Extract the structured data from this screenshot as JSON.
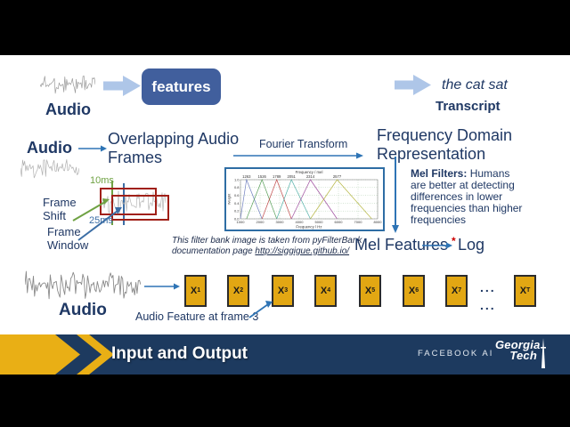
{
  "colors": {
    "navy_text": "#1f3864",
    "arrow_blue": "#2e74b5",
    "light_blue_arrow": "#aec6e8",
    "features_fill": "#415f9d",
    "frame_red": "#a02018",
    "green_accent": "#6fa243",
    "feature_box_gold": "#e2a713",
    "footer_navy": "#1d3a5f",
    "footer_gold": "#e9af15",
    "log_star_red": "#cc0000"
  },
  "top_flow": {
    "audio_label": "Audio",
    "features_label": "features",
    "transcript_text": "the cat sat",
    "transcript_label": "Transcript"
  },
  "pipeline": {
    "audio_label": "Audio",
    "overlapping_line1": "Overlapping Audio",
    "overlapping_line2": "Frames",
    "fourier_label": "Fourier Transform",
    "freq_line1": "Frequency Domain",
    "freq_line2": "Representation",
    "shift_ms": "10ms",
    "window_ms": "25ms",
    "frame_shift_line1": "Frame",
    "frame_shift_line2": "Shift",
    "frame_window_line1": "Frame",
    "frame_window_line2": "Window",
    "mel_filters_bold": "Mel Filters:",
    "mel_filters_rest": " Humans are better at detecting differences in lower frequencies than higher frequencies",
    "citation_line1": "This filter bank image is taken from pyFilterBank",
    "citation_prefix": "documentation page ",
    "citation_link": "http://siggigue.github.io/",
    "mel_features_label": "Mel Features",
    "log_asterisk": "*",
    "log_label": "Log"
  },
  "features_row": {
    "audio_label": "Audio",
    "annotation": "Audio Feature at frame 3",
    "ellipsis_top": "...",
    "ellipsis_bottom": "...",
    "boxes": [
      {
        "base": "X",
        "sub": "1"
      },
      {
        "base": "X",
        "sub": "2"
      },
      {
        "base": "X",
        "sub": "3"
      },
      {
        "base": "X",
        "sub": "4"
      },
      {
        "base": "X",
        "sub": "5"
      },
      {
        "base": "X",
        "sub": "6"
      },
      {
        "base": "X",
        "sub": "7"
      },
      {
        "base": "X",
        "sub": "T"
      }
    ]
  },
  "footer": {
    "title": "Input and Output",
    "facebook_ai": "FACEBOOK AI",
    "gt_line1": "Georgia",
    "gt_line2": "Tech"
  },
  "chart_data": {
    "type": "line",
    "description": "Triangular mel filter bank (pyFilterBank documentation figure)",
    "top_axis_label": "Frequency / mel",
    "xlabel": "Frequency / Hz",
    "ylabel": "Weight",
    "xlim": [
      1000,
      8000
    ],
    "ylim": [
      0.0,
      1.0
    ],
    "x_ticks": [
      1000,
      2000,
      3000,
      4000,
      5000,
      6000,
      7000,
      8000
    ],
    "y_ticks": [
      0.0,
      0.2,
      0.4,
      0.6,
      0.8,
      1.0
    ],
    "grid": true,
    "series": [
      {
        "name": "filter 1",
        "mel_peak_label": "1263",
        "color": "#7080c0",
        "points": [
          [
            1000,
            0
          ],
          [
            1310,
            1
          ],
          [
            2100,
            0
          ]
        ]
      },
      {
        "name": "filter 2",
        "mel_peak_label": "1526",
        "color": "#5aa05a",
        "points": [
          [
            1310,
            0
          ],
          [
            2100,
            1
          ],
          [
            2850,
            0
          ]
        ]
      },
      {
        "name": "filter 3",
        "mel_peak_label": "1789",
        "color": "#c04848",
        "points": [
          [
            2100,
            0
          ],
          [
            2850,
            1
          ],
          [
            3600,
            0
          ]
        ]
      },
      {
        "name": "filter 4",
        "mel_peak_label": "2051",
        "color": "#50b0a8",
        "points": [
          [
            2850,
            0
          ],
          [
            3600,
            1
          ],
          [
            4570,
            0
          ]
        ]
      },
      {
        "name": "filter 5",
        "mel_peak_label": "2314",
        "color": "#a050a0",
        "points": [
          [
            3600,
            0
          ],
          [
            4570,
            1
          ],
          [
            5930,
            0
          ]
        ]
      },
      {
        "name": "filter 6",
        "mel_peak_label": "2577",
        "color": "#b8b848",
        "points": [
          [
            4570,
            0
          ],
          [
            5930,
            1
          ],
          [
            7700,
            0
          ]
        ]
      }
    ]
  }
}
